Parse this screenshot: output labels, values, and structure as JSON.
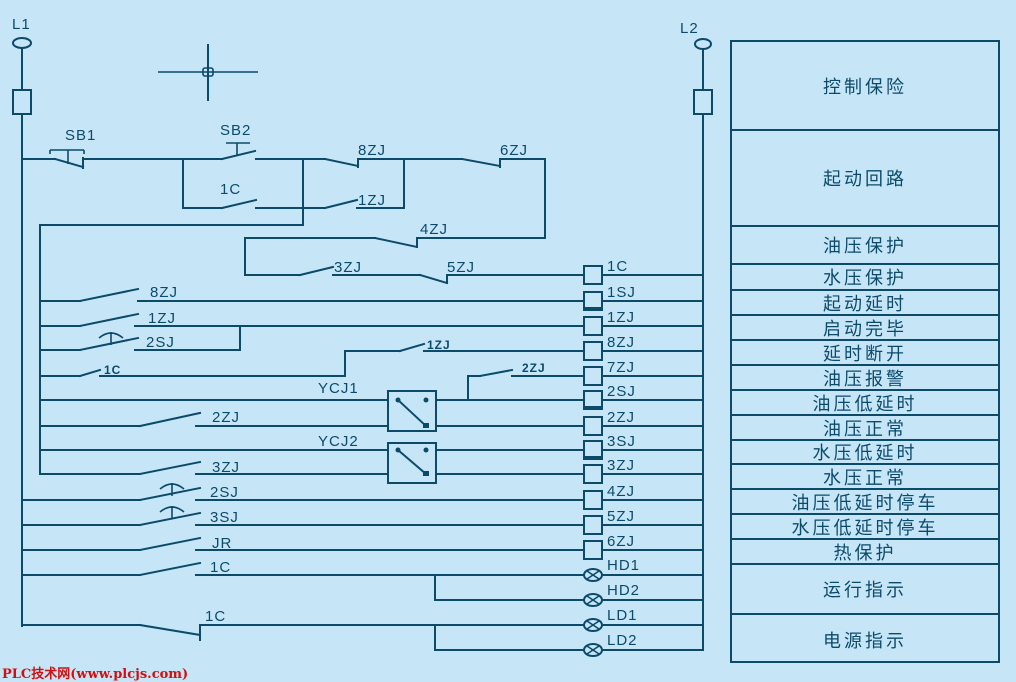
{
  "diagram": {
    "rails": {
      "left": "L1",
      "right": "L2"
    },
    "top_contacts": {
      "sb1": "SB1",
      "sb2": "SB2",
      "c1_hold": "1C",
      "zj8": "8ZJ",
      "zj6": "6ZJ",
      "zj1": "1ZJ",
      "zj4": "4ZJ",
      "zj3": "3ZJ",
      "zj5": "5ZJ"
    },
    "branch_contacts": {
      "r_8zj": "8ZJ",
      "r_1zj": "1ZJ",
      "r_2sj": "2SJ",
      "r_1c": "1C",
      "r_1zj_b": "1ZJ",
      "r_2zj_b": "2ZJ",
      "r_2zj": "2ZJ",
      "r_3zj": "3ZJ",
      "r_2sj_b": "2SJ",
      "r_3sj": "3SJ",
      "r_jr": "JR",
      "r_1c_b": "1C",
      "r_1c_c": "1C"
    },
    "pressure_switches": {
      "ycj1": "YCJ1",
      "ycj2": "YCJ2"
    },
    "coils": [
      "1C",
      "1SJ",
      "1ZJ",
      "8ZJ",
      "7ZJ",
      "2SJ",
      "2ZJ",
      "3SJ",
      "3ZJ",
      "4ZJ",
      "5ZJ",
      "6ZJ"
    ],
    "lamps": [
      "HD1",
      "HD2",
      "LD1",
      "LD2"
    ]
  },
  "legend": [
    "控制保险",
    "起动回路",
    "油压保护",
    "水压保护",
    "起动延时",
    "启动完毕",
    "延时断开",
    "油压报警",
    "油压低延时",
    "油压正常",
    "水压低延时",
    "水压正常",
    "油压低延时停车",
    "水压低延时停车",
    "热保护",
    "运行指示",
    "电源指示"
  ],
  "watermark": "PLC技术网(www.plcjs.com)",
  "colors": {
    "wire": "#0c4a6a",
    "background": "#c6e6f8",
    "watermark": "#d01010"
  }
}
